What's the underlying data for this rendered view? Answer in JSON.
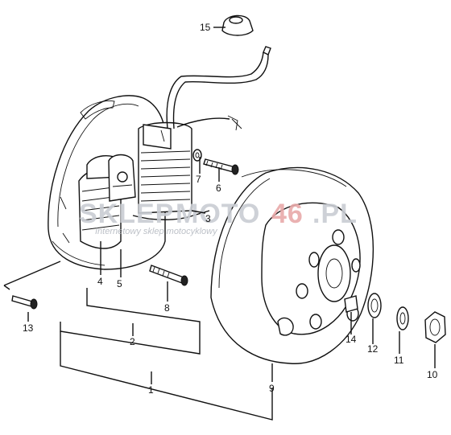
{
  "callouts": {
    "c1": "1",
    "c2": "2",
    "c3": "3",
    "c4": "4",
    "c5": "5",
    "c6": "6",
    "c7": "7",
    "c8": "8",
    "c9": "9",
    "c10": "10",
    "c11": "11",
    "c12": "12",
    "c13": "13",
    "c14": "14",
    "c15": "15"
  },
  "watermark": {
    "brand_left": "SKLEP",
    "brand_mid": "MOTO",
    "brand_num": "46",
    "brand_tld": ".PL",
    "tagline": "Internetowy sklep motocyklowy",
    "color_main": "#c9cdd3",
    "color_accent": "#e8a9a9"
  },
  "colors": {
    "line": "#111111",
    "background": "#ffffff"
  }
}
